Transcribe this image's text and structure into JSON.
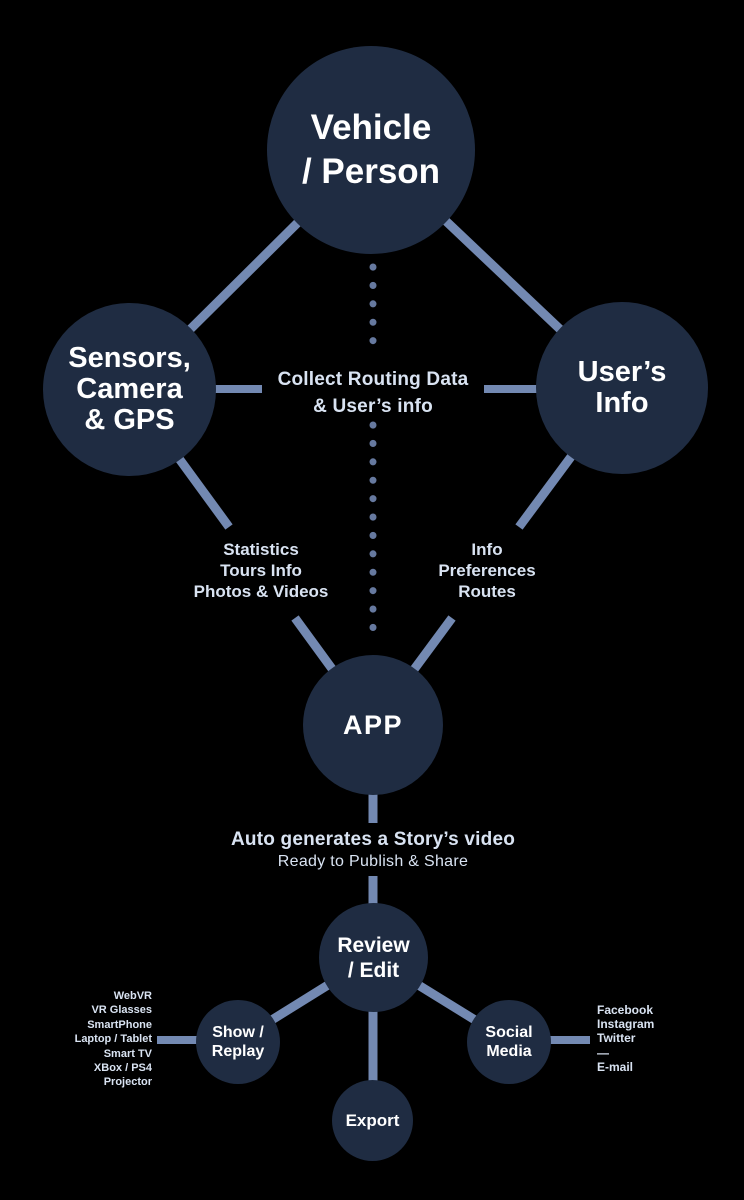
{
  "colors": {
    "background": "#000000",
    "node_fill": "#1f2c42",
    "connector": "#7389b2",
    "dot": "#66799f",
    "label_light": "#d9e3f2",
    "label_white": "#ffffff"
  },
  "diagram": {
    "nodes": {
      "vehicle_person": {
        "label": "Vehicle\n/ Person"
      },
      "sensors": {
        "label": "Sensors,\nCamera\n& GPS"
      },
      "users_info": {
        "label": "User’s\nInfo"
      },
      "app": {
        "label": "APP"
      },
      "review_edit": {
        "label": "Review\n/ Edit"
      },
      "show_replay": {
        "label": "Show /\nReplay"
      },
      "social_media": {
        "label": "Social\nMedia"
      },
      "export": {
        "label": "Export"
      }
    },
    "labels": {
      "collect": "Collect Routing Data\n& User’s info",
      "sensor_outputs": [
        "Statistics",
        "Tours Info",
        "Photos & Videos"
      ],
      "user_outputs": [
        "Info",
        "Preferences",
        "Routes"
      ],
      "auto_title": "Auto generates a Story’s video",
      "auto_subtitle": "Ready to Publish & Share",
      "show_targets": [
        "WebVR",
        "VR Glasses",
        "SmartPhone",
        "Laptop / Tablet",
        "Smart TV",
        "XBox / PS4",
        "Projector"
      ],
      "share_targets": [
        "Facebook",
        "Instagram",
        "Twitter",
        "—",
        "E-mail"
      ]
    }
  }
}
